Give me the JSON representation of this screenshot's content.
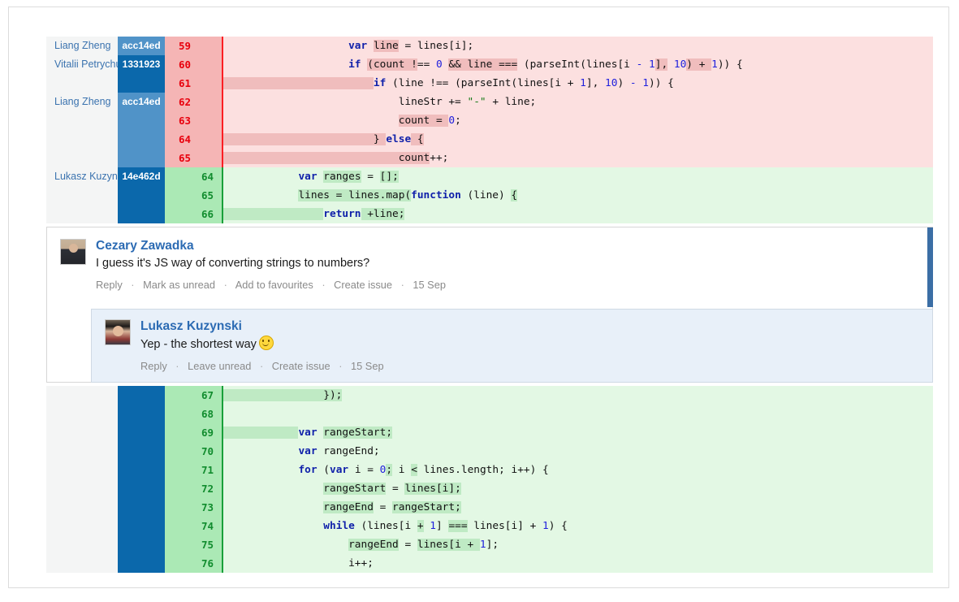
{
  "diff_top": {
    "rows": [
      {
        "blame_name": "Liang Zheng",
        "hash": "acc14ed",
        "hash_style": "a",
        "lineno": "59",
        "type": "del",
        "code": "                    <k>var</k> <h>line</h> = lines[i];"
      },
      {
        "blame_name": "Vitalii Petrychuk",
        "hash": "1331923",
        "hash_style": "b",
        "lineno": "60",
        "type": "del",
        "code": "                    <k>if</k> <h>(count !</h>== <n>0</n> <h>&& line ===</h> (parseInt(lines[i <n>-</n> <n>1</n><h>],</h> <n>10</n><h>) + </h><n>1</n>)) {"
      },
      {
        "blame_name": "",
        "hash": "",
        "hash_style": "b",
        "lineno": "61",
        "type": "del",
        "code": "<h>                        </h><k>if</k> (line !== (parseInt(lines[i + <n>1</n>], <n>10</n>) <n>-</n> <n>1</n>)) {"
      },
      {
        "blame_name": "Liang Zheng",
        "hash": "acc14ed",
        "hash_style": "a",
        "lineno": "62",
        "type": "del",
        "code": "                            lineStr += <s>\"-\"</s> + line;"
      },
      {
        "blame_name": "",
        "hash": "",
        "hash_style": "a",
        "lineno": "63",
        "type": "del",
        "code": "                            <h>count = </h><n>0</n>;"
      },
      {
        "blame_name": "",
        "hash": "",
        "hash_style": "a",
        "lineno": "64",
        "type": "del",
        "code": "<h>                        } </h><k>else</k><h> {</h>"
      },
      {
        "blame_name": "",
        "hash": "",
        "hash_style": "a",
        "lineno": "65",
        "type": "del",
        "code": "<h>                            count</h>++;"
      },
      {
        "blame_name": "Lukasz Kuzynski",
        "hash": "14e462d",
        "hash_style": "c",
        "lineno": "64",
        "type": "add",
        "code": "            <k>var</k> <h>ranges</h> = <h>[];</h>"
      },
      {
        "blame_name": "",
        "hash": "",
        "hash_style": "c",
        "lineno": "65",
        "type": "add",
        "code": "            <h>lines = lines.map(</h><k>function</k> (line) <h>{</h>"
      },
      {
        "blame_name": "",
        "hash": "",
        "hash_style": "c",
        "lineno": "66",
        "type": "add",
        "code": "<h>                </h><k>return</k><h> +line;</h>"
      }
    ]
  },
  "comments": {
    "root": {
      "author": "Cezary Zawadka",
      "text": "I guess it's JS way of converting strings to numbers?",
      "actions": [
        "Reply",
        "Mark as unread",
        "Add to favourites",
        "Create issue"
      ],
      "date": "15 Sep"
    },
    "reply": {
      "author": "Lukasz Kuzynski",
      "text": "Yep - the shortest way",
      "emoji": "smiley-face",
      "actions": [
        "Reply",
        "Leave unread",
        "Create issue"
      ],
      "date": "15 Sep"
    }
  },
  "diff_bottom": {
    "rows": [
      {
        "blame_name": "",
        "hash": "",
        "hash_style": "empty",
        "lineno": "67",
        "type": "add",
        "code": "<h>                });</h>"
      },
      {
        "blame_name": "",
        "hash": "",
        "hash_style": "empty",
        "lineno": "68",
        "type": "add",
        "code": ""
      },
      {
        "blame_name": "",
        "hash": "",
        "hash_style": "empty",
        "lineno": "69",
        "type": "add",
        "code": "<h>            </h><k>var</k> <h>rangeStart;</h>"
      },
      {
        "blame_name": "",
        "hash": "",
        "hash_style": "empty",
        "lineno": "70",
        "type": "add",
        "code": "            <k>var</k> rangeEnd;"
      },
      {
        "blame_name": "",
        "hash": "",
        "hash_style": "empty",
        "lineno": "71",
        "type": "add",
        "code": "            <k>for</k> (<k>var</k> i = <n>0</n><h>;</h> i <h>&lt;</h> lines.length; i++) {"
      },
      {
        "blame_name": "",
        "hash": "",
        "hash_style": "empty",
        "lineno": "72",
        "type": "add",
        "code": "                <h>rangeStart</h> = <h>lines[i];</h>"
      },
      {
        "blame_name": "",
        "hash": "",
        "hash_style": "empty",
        "lineno": "73",
        "type": "add",
        "code": "                <h>rangeEnd</h> = <h>rangeStart;</h>"
      },
      {
        "blame_name": "",
        "hash": "",
        "hash_style": "empty",
        "lineno": "74",
        "type": "add",
        "code": "                <k>while</k> (lines[i <h>+</h> <n>1</n>] <h>===</h> lines[i] + <n>1</n>) {"
      },
      {
        "blame_name": "",
        "hash": "",
        "hash_style": "empty",
        "lineno": "75",
        "type": "add",
        "code": "                    <h>rangeEnd</h> = <h>lines[i + </h><n>1</n>];"
      },
      {
        "blame_name": "",
        "hash": "",
        "hash_style": "empty",
        "lineno": "76",
        "type": "add",
        "code": "                    i++;"
      }
    ]
  },
  "colors": {
    "deleted_bg": "#fce0e0",
    "added_bg": "#e3f8e4",
    "deleted_gutter": "#f5b5b5",
    "added_gutter": "#abe9b5",
    "link_blue": "#2c6bb3",
    "commit_blue": "#0b68ab",
    "accent_bar": "#3b6ea5"
  }
}
